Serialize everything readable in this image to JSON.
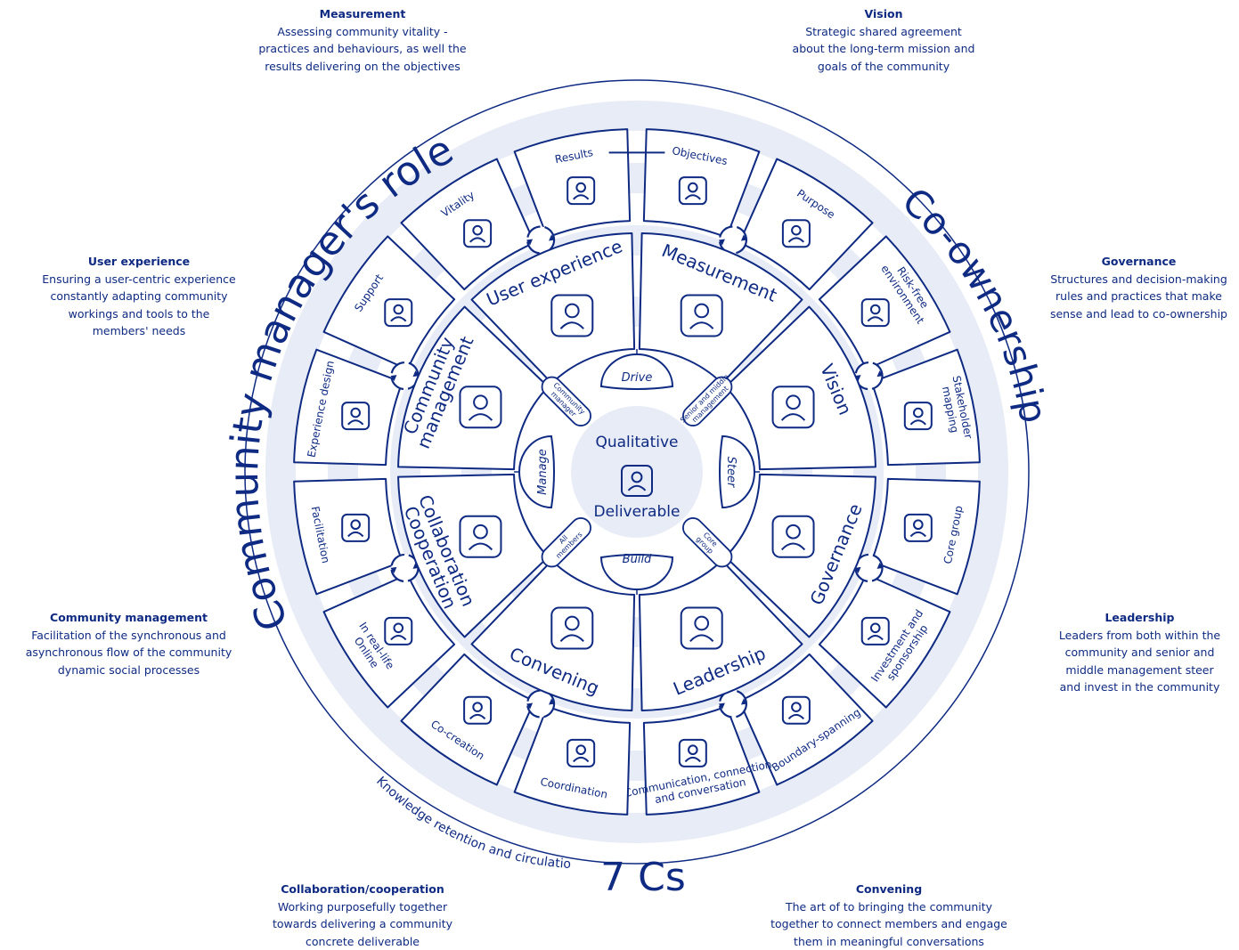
{
  "annotations": {
    "measurement": {
      "title": "Measurement",
      "lines": [
        "Assessing community vitality -",
        "practices and behaviours, as well the",
        "results delivering on the objectives"
      ]
    },
    "vision": {
      "title": "Vision",
      "lines": [
        "Strategic shared agreement",
        "about the long-term mission and",
        "goals of the community"
      ]
    },
    "user_experience": {
      "title": "User experience",
      "lines": [
        "Ensuring a user-centric experience",
        "constantly adapting community",
        "workings and tools to the",
        "members' needs"
      ]
    },
    "governance": {
      "title": "Governance",
      "lines": [
        "Structures and decision-making",
        "rules and practices that make",
        "sense and lead to co-ownership"
      ]
    },
    "community_management": {
      "title": "Community management",
      "lines": [
        "Facilitation of the synchronous and",
        "asynchronous flow of the community",
        "dynamic social processes"
      ]
    },
    "leadership": {
      "title": "Leadership",
      "lines": [
        "Leaders from both within the",
        "community and senior and",
        "middle management steer",
        "and invest in the community"
      ]
    },
    "collaboration": {
      "title": "Collaboration/cooperation",
      "lines": [
        "Working purposefully together",
        "towards delivering a community",
        "concrete deliverable"
      ]
    },
    "convening": {
      "title": "Convening",
      "lines": [
        "The art of to bringing the community",
        "together to connect members and engage",
        "them in meaningful conversations"
      ]
    }
  },
  "ring_titles": {
    "left": "Community manager's role",
    "right": "Co-ownership",
    "bottom": "7 Cs",
    "bottom_arc": "Knowledge retention and circulation"
  },
  "sectors": [
    {
      "label": "Measurement",
      "icon": "communication-icons-icon"
    },
    {
      "label": "Vision",
      "icon": "vision-people-icon"
    },
    {
      "label": "Governance",
      "icon": "gear-hands-icon"
    },
    {
      "label": "Leadership",
      "icon": "leaders-group-icon"
    },
    {
      "label": "Convening",
      "icon": "network-people-icon"
    },
    {
      "label": "Collaboration",
      "label2": "Cooperation",
      "icon": "team-icon"
    },
    {
      "label": "Community",
      "label2": "management",
      "icon": "community-circle-icon"
    },
    {
      "label": "User experience",
      "icon": "target-cycle-icon"
    }
  ],
  "outer_segments": [
    {
      "label": "Objectives",
      "icon": "eye-icon"
    },
    {
      "label": "Purpose",
      "icon": "target-icon"
    },
    {
      "label": "Risk-free",
      "label2": "environment",
      "icon": "handshake-icon"
    },
    {
      "label": "Stakeholder",
      "label2": "mapping",
      "icon": "stakeholder-icon"
    },
    {
      "label": "Core group",
      "icon": "raised-hands-icon"
    },
    {
      "label": "Investment and",
      "label2": "sponsorship",
      "icon": "investment-icon"
    },
    {
      "label": "Boundary-spanning",
      "icon": "network-icon"
    },
    {
      "label": "Communication, connection",
      "label2": "and conversation",
      "icon": "communication-icon"
    },
    {
      "label": "Coordination",
      "icon": "coordination-icon"
    },
    {
      "label": "Co-creation",
      "icon": "co-creation-icon"
    },
    {
      "label": "In real-life",
      "label2": "Online",
      "icon": "cloud-people-icon"
    },
    {
      "label": "Facilitation",
      "icon": "facilitator-icon"
    },
    {
      "label": "Experience design",
      "icon": "machine-icon"
    },
    {
      "label": "Support",
      "icon": "support-icon"
    },
    {
      "label": "Vitality",
      "icon": "wind-turbine-icon"
    },
    {
      "label": "Results",
      "icon": "bar-chart-icon"
    }
  ],
  "center": {
    "top": "Qualitative",
    "bottom": "Deliverable",
    "icon": "document-icon",
    "drive": "Drive",
    "steer": "Steer",
    "build": "Build",
    "manage": "Manage",
    "spoke_labels": [
      {
        "label": "Senior and middle",
        "label2": "management"
      },
      {
        "label": "Core",
        "label2": "group"
      },
      {
        "label": "All",
        "label2": "members"
      },
      {
        "label": "Community",
        "label2": "manager"
      }
    ]
  },
  "colors": {
    "primary": "#0e2a82",
    "soft": "#e8ecf6",
    "line": "#223a8c"
  }
}
